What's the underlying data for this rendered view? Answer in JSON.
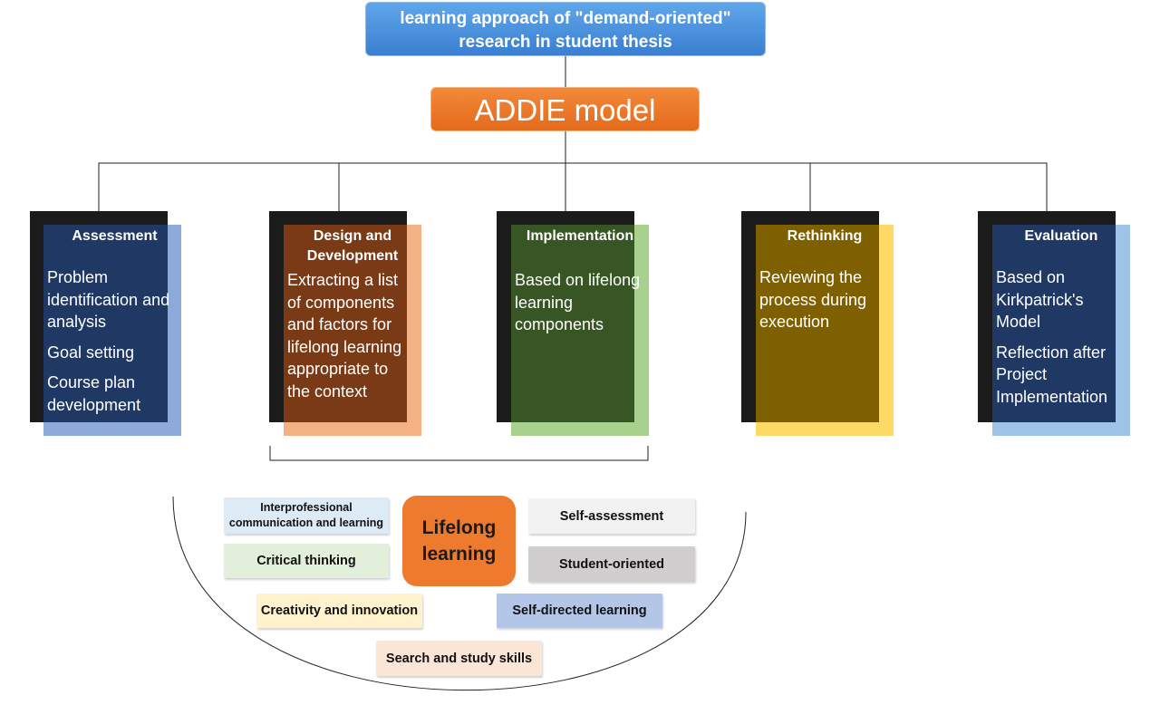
{
  "title": "learning approach of \"demand-oriented\" research in student thesis",
  "model": "ADDIE model",
  "phases": [
    {
      "title": "Assessment",
      "items": [
        "Problem identification and analysis",
        "Goal setting",
        "Course plan development"
      ],
      "color": "#1f3864",
      "accent": "#8eaadb"
    },
    {
      "title": "Design and Development",
      "items": [
        "Extracting a list of components and factors for lifelong learning appropriate to the context"
      ],
      "color": "#7b3a16",
      "accent": "#f4b183"
    },
    {
      "title": "Implementation",
      "items": [
        "Based on lifelong learning components"
      ],
      "color": "#375623",
      "accent": "#a9d18e"
    },
    {
      "title": "Rethinking",
      "items": [
        "Reviewing the process during execution"
      ],
      "color": "#7f6000",
      "accent": "#ffd966"
    },
    {
      "title": "Evaluation",
      "items": [
        "Based on Kirkpatrick's Model",
        "Reflection after Project Implementation"
      ],
      "color": "#1f3864",
      "accent": "#9dc3e6"
    }
  ],
  "center": "Lifelong learning",
  "components": [
    {
      "label": "Interprofessional communication and learning",
      "color": "#ddebf7"
    },
    {
      "label": "Self-assessment",
      "color": "#f2f2f2"
    },
    {
      "label": "Critical thinking",
      "color": "#e2efda"
    },
    {
      "label": "Student-oriented",
      "color": "#d0cece"
    },
    {
      "label": "Creativity and innovation",
      "color": "#fff2cc"
    },
    {
      "label": "Self-directed learning",
      "color": "#b4c6e7"
    },
    {
      "label": "Search and study skills",
      "color": "#fbe5d6"
    }
  ]
}
